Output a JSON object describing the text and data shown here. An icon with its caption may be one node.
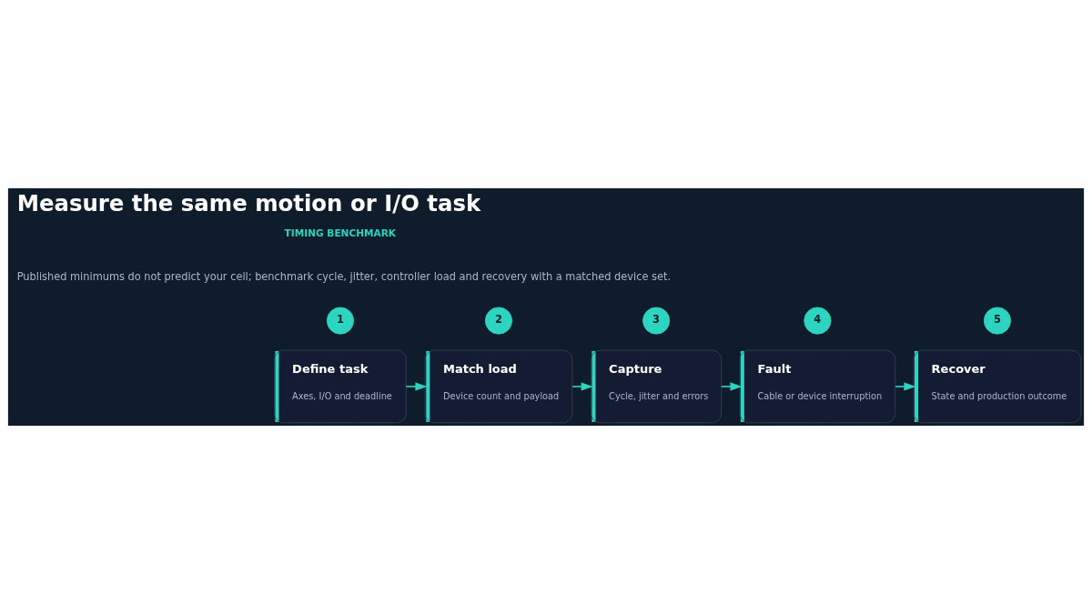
{
  "diagram": {
    "title": "Measure the same motion or I/O task",
    "nodes": [
      {
        "text": [
          "1"
        ]
      },
      {
        "text": [
          "Define task",
          "Axes, I/O and deadline"
        ]
      },
      {
        "text": [
          "2"
        ]
      },
      {
        "text": [
          "Match load",
          "Device count and payload"
        ]
      },
      {
        "text": [
          "3"
        ]
      },
      {
        "text": [
          "Capture",
          "Cycle, jitter and errors"
        ]
      },
      {
        "text": [
          "4"
        ]
      },
      {
        "text": [
          "Fault",
          "Cable or device interruption"
        ]
      },
      {
        "text": [
          "5"
        ]
      },
      {
        "text": [
          "Recover",
          "State and production outcome"
        ]
      }
    ],
    "edges": [
      {
        "from": 1,
        "to": 3,
        "arrow": "to"
      },
      {
        "from": 3,
        "to": 5,
        "arrow": "to"
      },
      {
        "from": 5,
        "to": 7,
        "arrow": "to"
      },
      {
        "from": 7,
        "to": 9,
        "arrow": "to"
      }
    ],
    "labels": [
      "TIMING BENCHMARK",
      "Published minimums do not predict your cell; benchmark cycle, jitter, controller load and recovery with a matched device set."
    ]
  }
}
